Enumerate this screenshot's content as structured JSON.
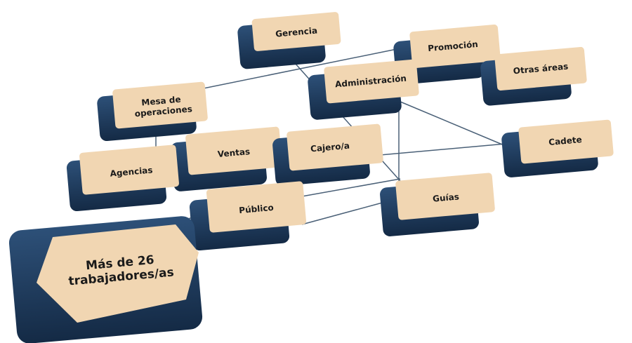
{
  "diagram": {
    "colors": {
      "base": "#1f3b5e",
      "card": "#f1d6b2",
      "line": "#4a6077"
    },
    "main_node": {
      "line1": "Más de 26",
      "line2": "trabajadores/as"
    },
    "nodes": {
      "gerencia": "Gerencia",
      "promocion": "Promoción",
      "otras_areas": "Otras áreas",
      "administracion": "Administración",
      "mesa_line1": "Mesa de",
      "mesa_line2": "operaciones",
      "cadete": "Cadete",
      "ventas": "Ventas",
      "cajero": "Cajero/a",
      "agencias": "Agencias",
      "publico": "Público",
      "guias": "Guías"
    }
  }
}
